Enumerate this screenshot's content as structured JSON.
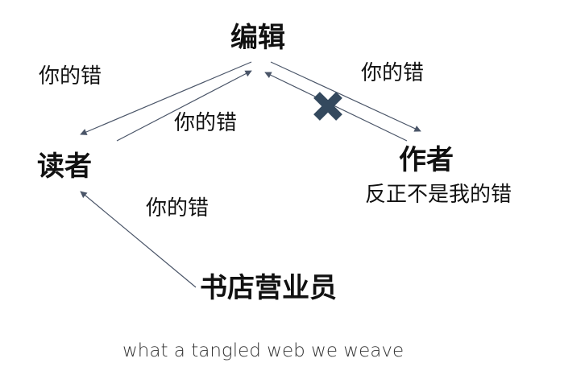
{
  "nodes": {
    "editor": "编辑",
    "reader": "读者",
    "author": "作者",
    "bookstore_clerk": "书店营业员"
  },
  "edges": {
    "editor_to_reader": "你的错",
    "reader_to_editor": "你的错",
    "editor_to_author": "你的错",
    "clerk_to_reader": "你的错"
  },
  "author_note": "反正不是我的错",
  "caption": "what a tangled web we weave",
  "colors": {
    "arrow": "#4a5568",
    "blocked_mark": "#34495e",
    "text": "#111111"
  },
  "icons": {
    "blocked_arrow": "x-mark-icon"
  }
}
